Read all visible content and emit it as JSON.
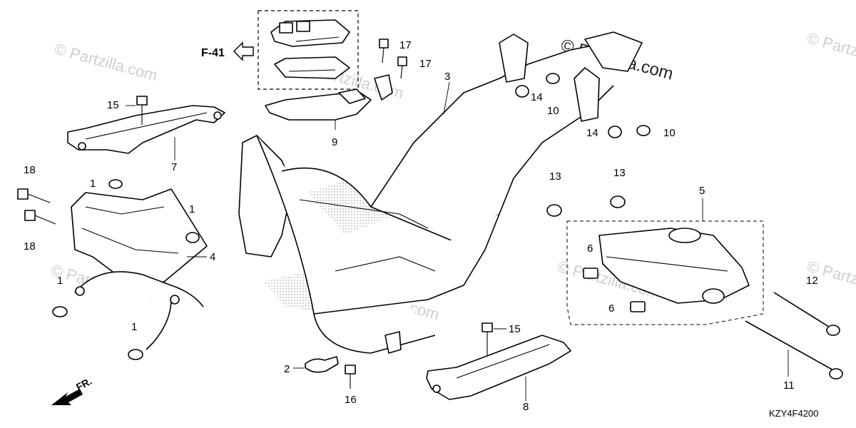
{
  "diagram": {
    "reference": "F-41",
    "direction": "FR.",
    "code": "KZY4F4200",
    "watermark": "© Partzilla.com",
    "callouts": {
      "c1a": "1",
      "c1b": "1",
      "c1c": "1",
      "c1d": "1",
      "c2": "2",
      "c3": "3",
      "c4": "4",
      "c5": "5",
      "c6a": "6",
      "c6b": "6",
      "c7": "7",
      "c8": "8",
      "c9": "9",
      "c10a": "10",
      "c10b": "10",
      "c11": "11",
      "c12": "12",
      "c13a": "13",
      "c13b": "13",
      "c14a": "14",
      "c14b": "14",
      "c15a": "15",
      "c15b": "15",
      "c16": "16",
      "c17a": "17",
      "c17b": "17",
      "c18a": "18",
      "c18b": "18"
    }
  }
}
